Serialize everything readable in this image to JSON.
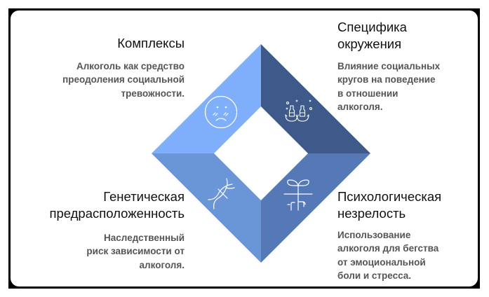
{
  "diagram": {
    "colors": {
      "top_left": "#7FAEFA",
      "top_right": "#3E5A8B",
      "bottom_left": "#6A96D8",
      "bottom_right": "#5479B6",
      "icon_stroke": "#FFFFFF",
      "frame": "#000000",
      "title_text": "#111111",
      "desc_text": "#555555"
    },
    "quadrants": [
      {
        "id": "top_left",
        "icon": "sad-face-icon",
        "title_lines": [
          "Комплексы"
        ],
        "desc_lines": [
          "Алкоголь как средство",
          "преодоления социальной",
          "тревожности."
        ]
      },
      {
        "id": "top_right",
        "icon": "toasting-bottles-icon",
        "title_lines": [
          "Специфика",
          "окружения"
        ],
        "desc_lines": [
          "Влияние социальных",
          "кругов на поведение",
          "в отношении",
          "алкоголя."
        ]
      },
      {
        "id": "bottom_left",
        "icon": "dna-helix-icon",
        "title_lines": [
          "Генетическая",
          "предрасположенность"
        ],
        "desc_lines": [
          "Наследственный",
          "риск зависимости от",
          "алкоголя."
        ]
      },
      {
        "id": "bottom_right",
        "icon": "sprout-roots-icon",
        "title_lines": [
          "Психологическая",
          "незрелость"
        ],
        "desc_lines": [
          "Использование",
          "алкоголя для бегства",
          "от эмоциональной",
          "боли и стресса."
        ]
      }
    ]
  }
}
